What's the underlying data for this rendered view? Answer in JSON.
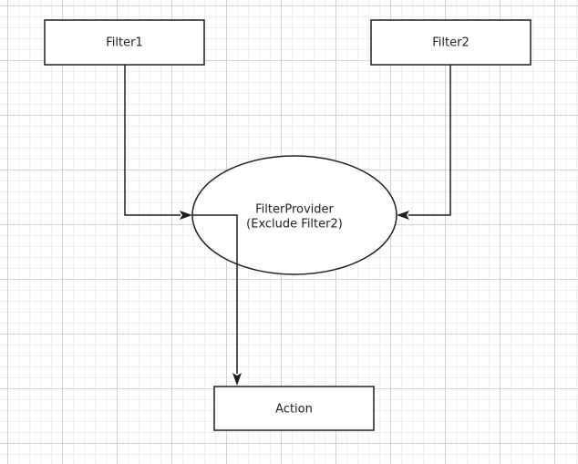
{
  "nodes": {
    "filter1": {
      "label": "Filter1"
    },
    "filter2": {
      "label": "Filter2"
    },
    "provider": {
      "line1": "FilterProvider",
      "line2": "(Exclude Filter2)"
    },
    "action": {
      "label": "Action"
    }
  },
  "colors": {
    "stroke": "#1f1f1f",
    "text": "#222222",
    "grid_major": "#d3d3d3",
    "grid_minor": "#efefef",
    "background": "#ffffff"
  }
}
